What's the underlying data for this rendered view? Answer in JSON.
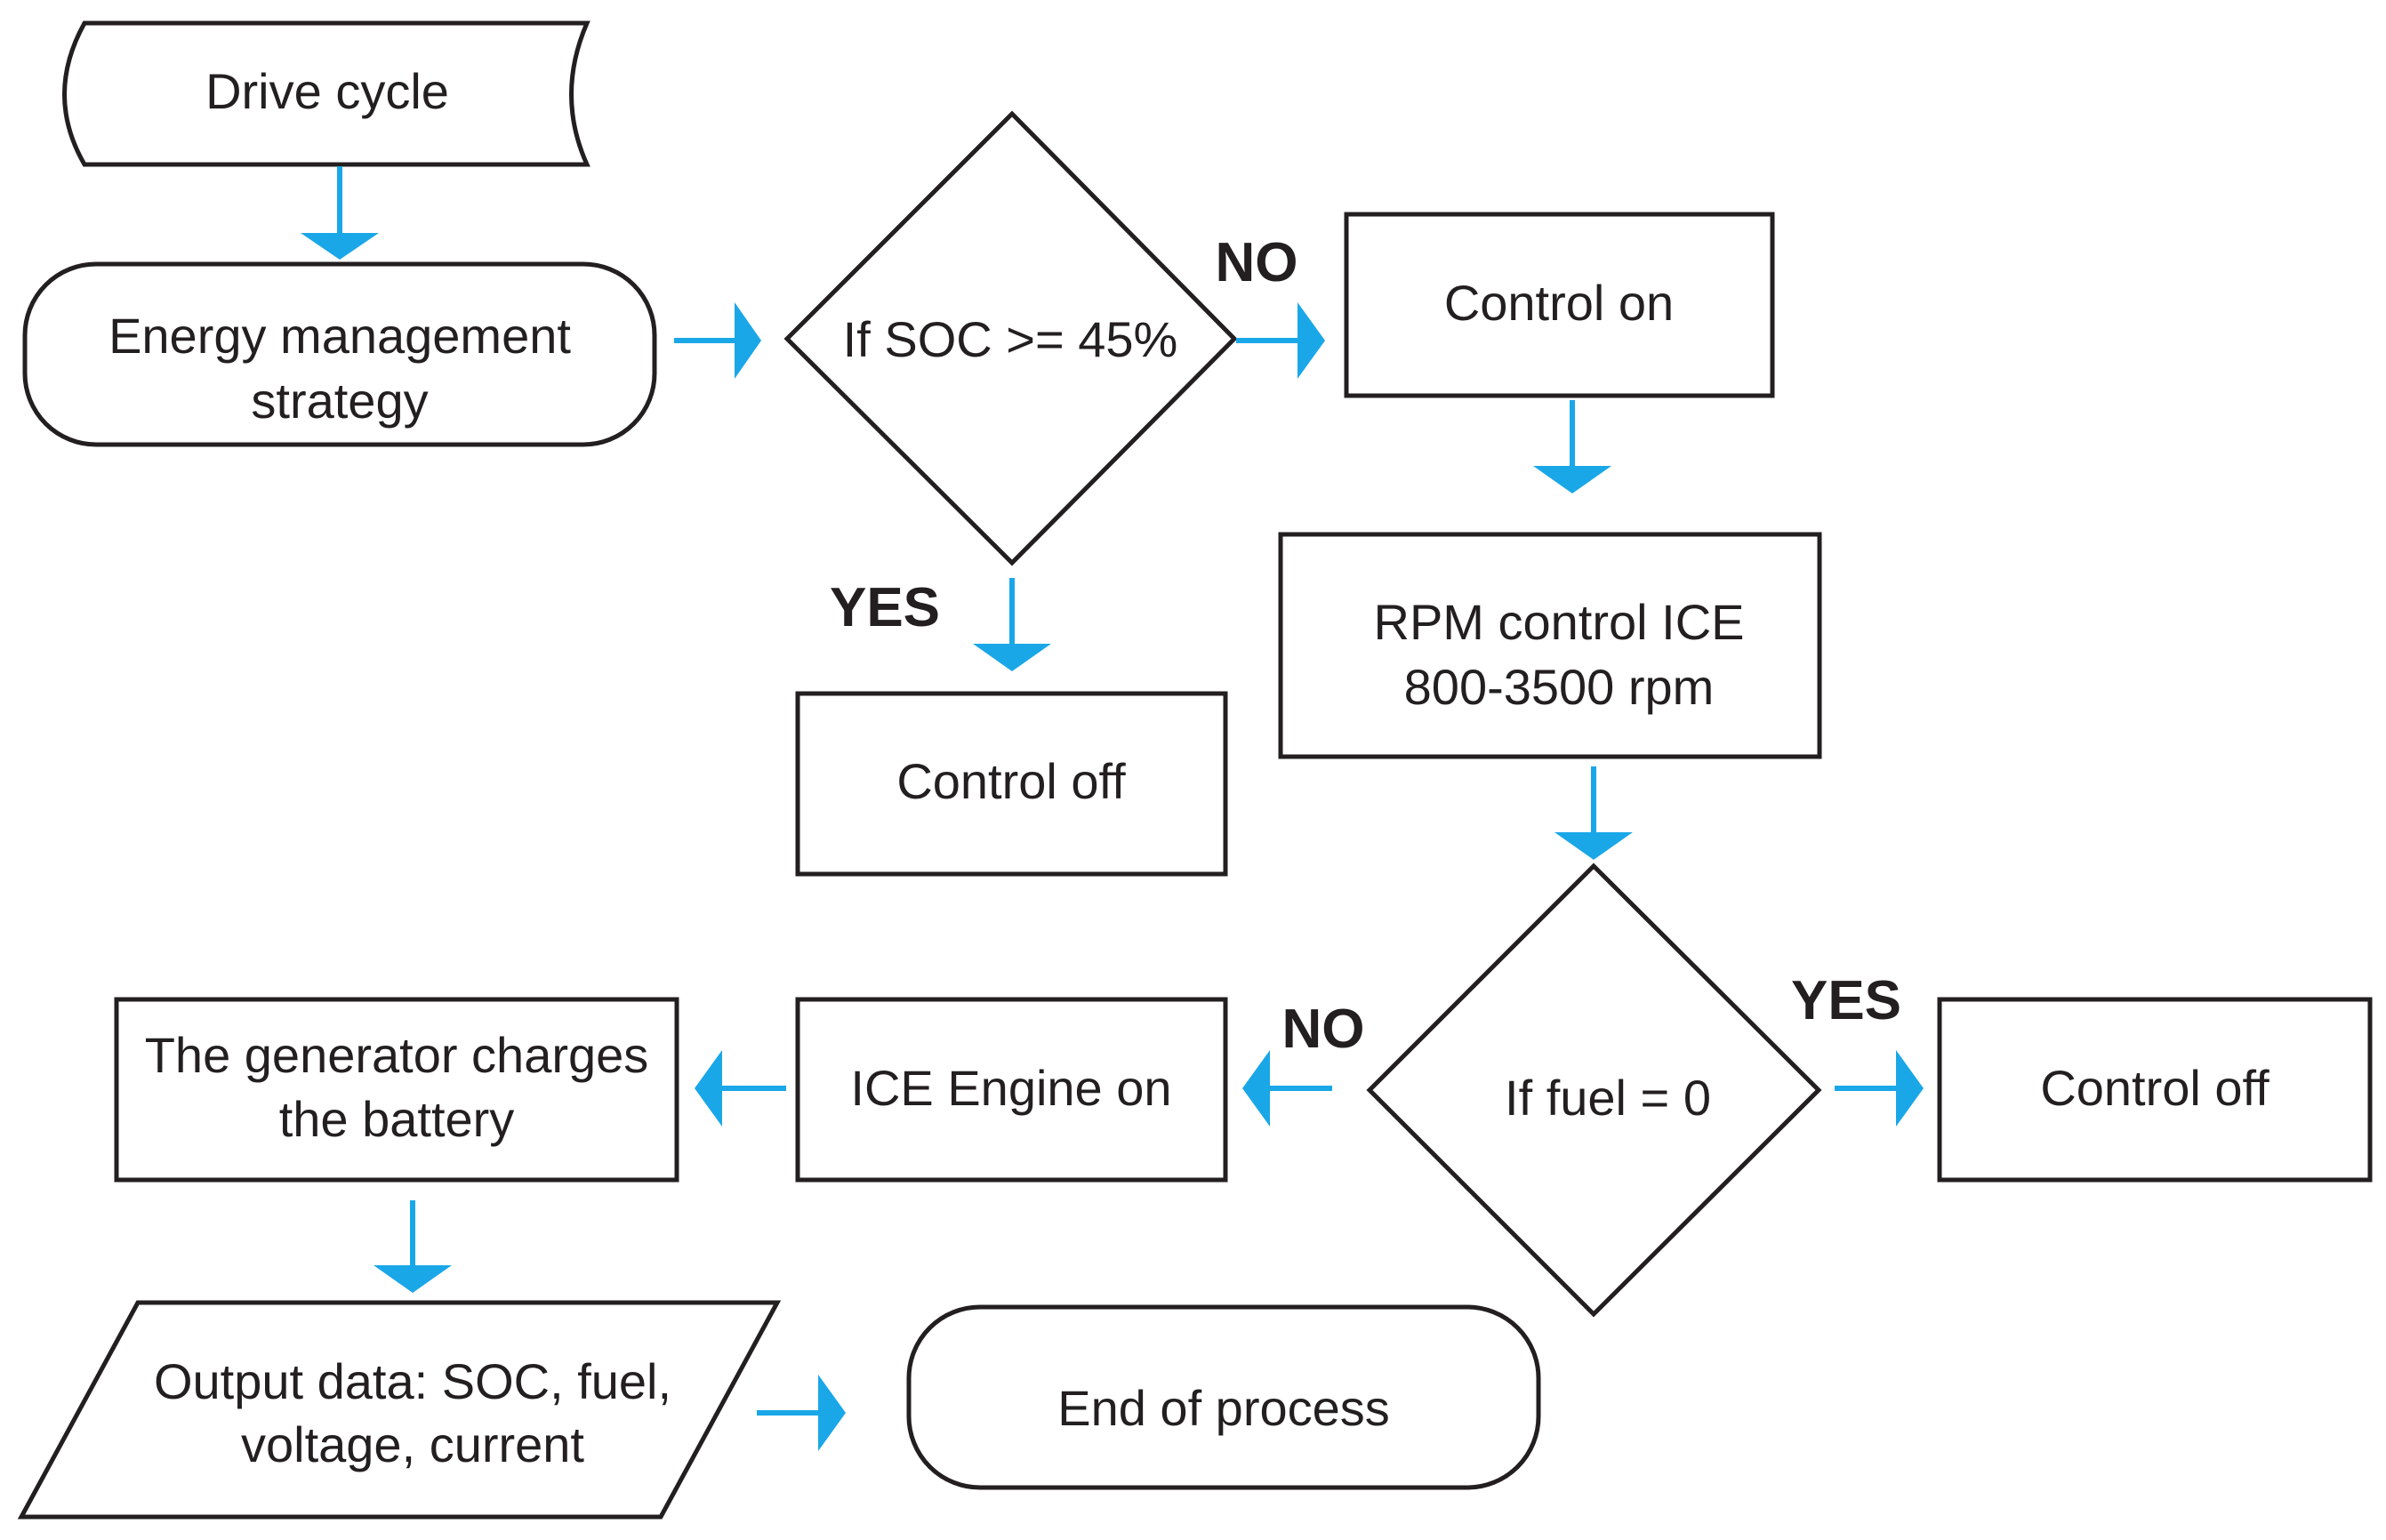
{
  "colors": {
    "arrow": "#1aa7e8",
    "stroke": "#231f20",
    "background": "#ffffff"
  },
  "nodes": {
    "drive_cycle": "Drive cycle",
    "energy_line1": "Energy management",
    "energy_line2": "strategy",
    "soc_decision": "If SOC >= 45%",
    "control_on": "Control on",
    "control_off_1": "Control off",
    "rpm_line1": "RPM control ICE",
    "rpm_line2": "800-3500 rpm",
    "fuel_decision": "If fuel = 0",
    "control_off_2": "Control off",
    "ice_on": "ICE Engine on",
    "gen_line1": "The generator charges",
    "gen_line2": "the battery",
    "output_line1": "Output data: SOC, fuel,",
    "output_line2": "voltage, current",
    "end": "End of process"
  },
  "edge_labels": {
    "soc_no": "NO",
    "soc_yes": "YES",
    "fuel_no": "NO",
    "fuel_yes": "YES"
  }
}
